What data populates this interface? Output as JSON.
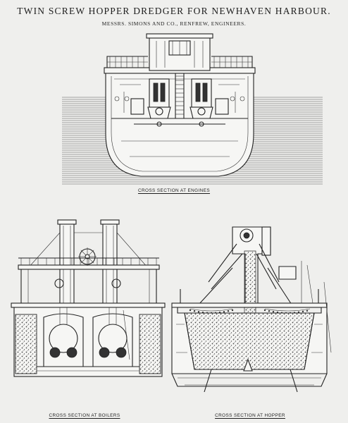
{
  "title": "TWIN SCREW HOPPER DREDGER FOR NEWHAVEN HARBOUR.",
  "subtitle": "MESSRS. SIMONS AND CO., RENFREW, ENGINEERS.",
  "captions": {
    "engines": "CROSS SECTION AT ENGINES",
    "boilers": "CROSS SECTION AT BOILERS",
    "hopper": "CROSS SECTION AT HOPPER"
  }
}
